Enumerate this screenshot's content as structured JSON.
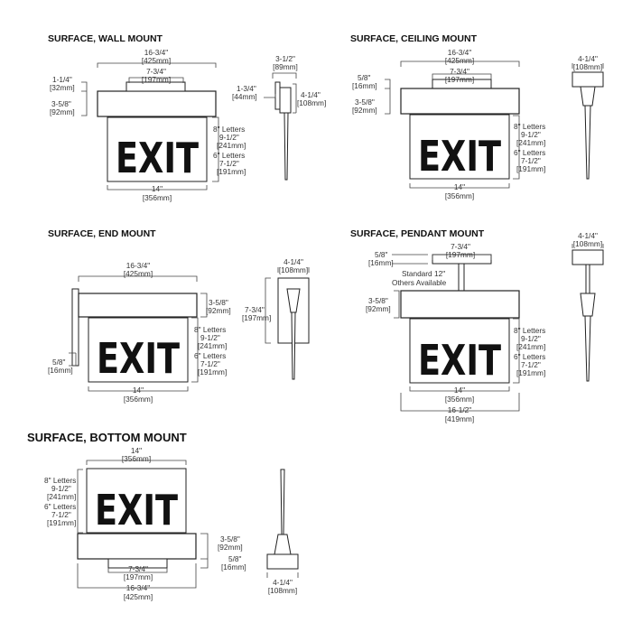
{
  "sign_text": "EXIT",
  "colors": {
    "line": "#444444",
    "text": "#111111",
    "background": "#ffffff"
  },
  "dims": {
    "w16_34_in": "16-3/4\"",
    "w16_34_mm": "[425mm]",
    "w7_34_in": "7-3/4\"",
    "w7_34_mm": "[197mm]",
    "w14_in": "14\"",
    "w14_mm": "[356mm]",
    "h1_14_in": "1-1/4\"",
    "h1_14_mm": "[32mm]",
    "h3_58_in": "3-5/8\"",
    "h3_58_mm": "[92mm]",
    "h5_8_in": "5/8\"",
    "h5_8_mm": "[16mm]",
    "l8": "8\" Letters",
    "l8_in": "9-1/2\"",
    "l8_mm": "[241mm]",
    "l6": "6\" Letters",
    "l6_in": "7-1/2\"",
    "l6_mm": "[191mm]",
    "d3_12_in": "3-1/2\"",
    "d3_12_mm": "[89mm]",
    "d1_34_in": "1-3/4\"",
    "d1_34_mm": "[44mm]",
    "d4_14_in": "4-1/4\"",
    "d4_14_mm": "[108mm]",
    "w16_12_in": "16-1/2\"",
    "w16_12_mm": "[419mm]",
    "stem_note_1": "Standard  12\"",
    "stem_note_2": "Others Available"
  },
  "diagrams": [
    {
      "title": "SURFACE, WALL MOUNT"
    },
    {
      "title": "SURFACE, CEILING MOUNT"
    },
    {
      "title": "SURFACE, END MOUNT"
    },
    {
      "title": "SURFACE, PENDANT MOUNT"
    },
    {
      "title": "SURFACE, BOTTOM MOUNT"
    }
  ]
}
